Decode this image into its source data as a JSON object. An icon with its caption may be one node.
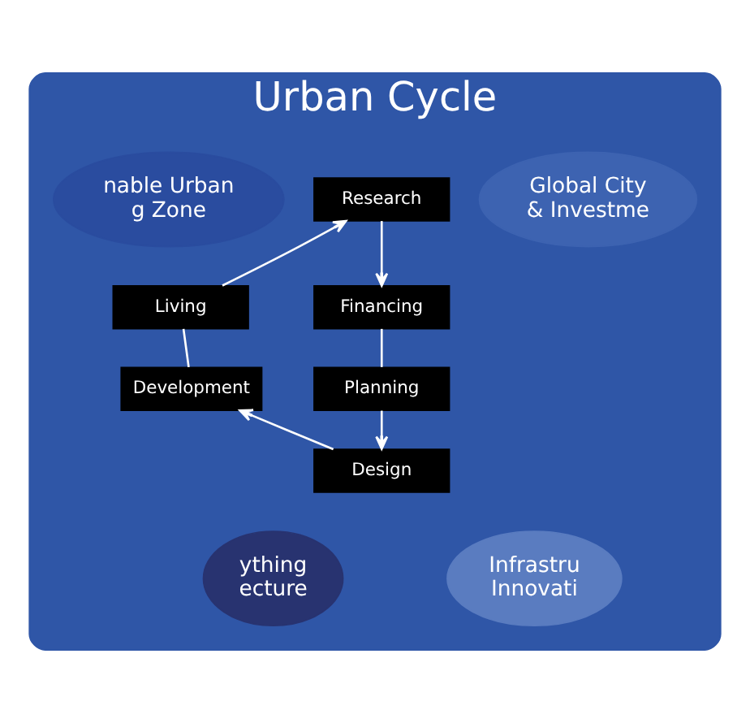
{
  "diagram": {
    "nodes": [
      {
        "text": [
          "Urban Cycle"
        ]
      },
      {
        "text": [
          "nable Urban g Zone"
        ],
        "in": 0
      },
      {
        "text": [
          "Global City & Investme"
        ],
        "in": 0
      },
      {
        "text": [
          "Research"
        ],
        "in": 0
      },
      {
        "text": [
          "Living"
        ],
        "in": 0
      },
      {
        "text": [
          "Financing"
        ],
        "in": 0
      },
      {
        "text": [
          "Development"
        ],
        "in": 0
      },
      {
        "text": [
          "Planning"
        ],
        "in": 0
      },
      {
        "text": [
          "Design"
        ],
        "in": 0
      },
      {
        "text": [
          "ything ecture"
        ],
        "in": 0
      },
      {
        "text": [
          "Infrastru Innovati"
        ],
        "in": 0
      }
    ],
    "edges": [
      {
        "from": 4,
        "to": 3,
        "arrow": "to"
      },
      {
        "from": 3,
        "to": 5,
        "arrow": "to"
      },
      {
        "from": 5,
        "to": 7,
        "arrow": "none"
      },
      {
        "from": 7,
        "to": 8,
        "arrow": "to"
      },
      {
        "from": 8,
        "to": 6,
        "arrow": "to"
      },
      {
        "from": 6,
        "to": 4,
        "arrow": "none"
      }
    ]
  }
}
